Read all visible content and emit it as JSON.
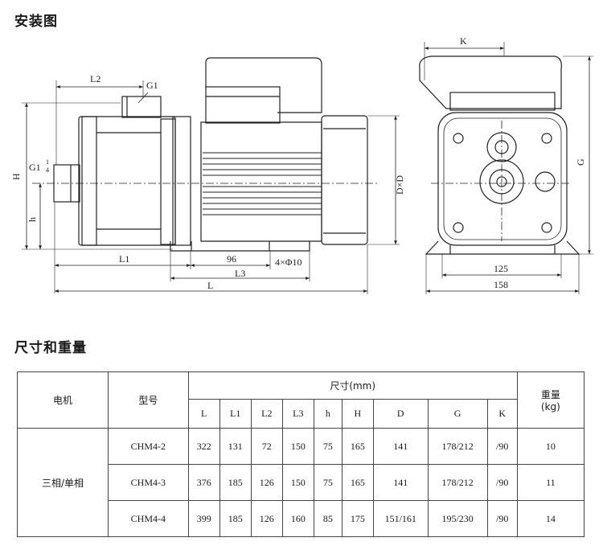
{
  "section_install": "安装图",
  "section_dims": "尺寸和重量",
  "drawing_labels": {
    "L2": "L2",
    "G1": "G1",
    "H": "H",
    "h": "h",
    "L1": "L1",
    "n96": "96",
    "holes": "4×Φ10",
    "L3": "L3",
    "L": "L",
    "DxD": "D×D",
    "K": "K",
    "G": "G",
    "n125": "125",
    "n158": "158",
    "G14_base": "G1",
    "G14_num": "1",
    "G14_den": "4"
  },
  "table": {
    "motor_header": "电机",
    "model_header": "型号",
    "dims_header": "尺寸(mm)",
    "weight_header": "重量",
    "weight_unit": "(kg)",
    "columns": [
      "L",
      "L1",
      "L2",
      "L3",
      "h",
      "H",
      "D",
      "G",
      "K"
    ],
    "motor_value": "三相/单相",
    "rows": [
      {
        "model": "CHM4-2",
        "L": "322",
        "L1": "131",
        "L2": "72",
        "L3": "150",
        "h": "75",
        "H": "165",
        "D": "141",
        "G": "178/212",
        "K": "/90",
        "weight": "10"
      },
      {
        "model": "CHM4-3",
        "L": "376",
        "L1": "185",
        "L2": "126",
        "L3": "150",
        "h": "75",
        "H": "165",
        "D": "141",
        "G": "178/212",
        "K": "/90",
        "weight": "11"
      },
      {
        "model": "CHM4-4",
        "L": "399",
        "L1": "185",
        "L2": "126",
        "L3": "160",
        "h": "85",
        "H": "175",
        "D": "151/161",
        "G": "195/230",
        "K": "/90",
        "weight": "14"
      }
    ]
  }
}
